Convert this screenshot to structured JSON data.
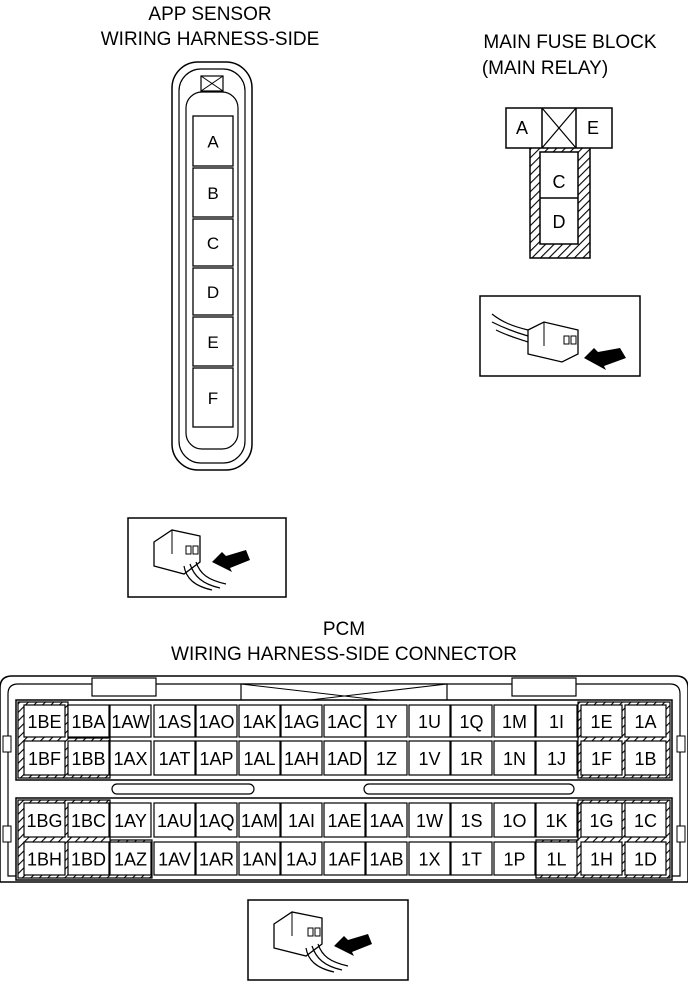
{
  "app_sensor": {
    "title_line1": "APP SENSOR",
    "title_line2": "WIRING HARNESS-SIDE",
    "pins": [
      "A",
      "B",
      "C",
      "D",
      "E",
      "F"
    ]
  },
  "main_fuse_block": {
    "title_line1": "MAIN FUSE BLOCK",
    "title_line2": "(MAIN RELAY)",
    "pins": [
      "A",
      "E",
      "C",
      "D"
    ]
  },
  "pcm": {
    "title_line1": "PCM",
    "title_line2": "WIRING HARNESS-SIDE CONNECTOR",
    "upper_row1": [
      "1BE",
      "1BA",
      "1AW",
      "1AS",
      "1AO",
      "1AK",
      "1AG",
      "1AC",
      "1Y",
      "1U",
      "1Q",
      "1M",
      "1I",
      "1E",
      "1A"
    ],
    "upper_row2": [
      "1BF",
      "1BB",
      "1AX",
      "1AT",
      "1AP",
      "1AL",
      "1AH",
      "1AD",
      "1Z",
      "1V",
      "1R",
      "1N",
      "1J",
      "1F",
      "1B"
    ],
    "lower_row1": [
      "1BG",
      "1BC",
      "1AY",
      "1AU",
      "1AQ",
      "1AM",
      "1AI",
      "1AE",
      "1AA",
      "1W",
      "1S",
      "1O",
      "1K",
      "1G",
      "1C"
    ],
    "lower_row2": [
      "1BH",
      "1BD",
      "1AZ",
      "1AV",
      "1AR",
      "1AN",
      "1AJ",
      "1AF",
      "1AB",
      "1X",
      "1T",
      "1P",
      "1L",
      "1H",
      "1D"
    ]
  }
}
